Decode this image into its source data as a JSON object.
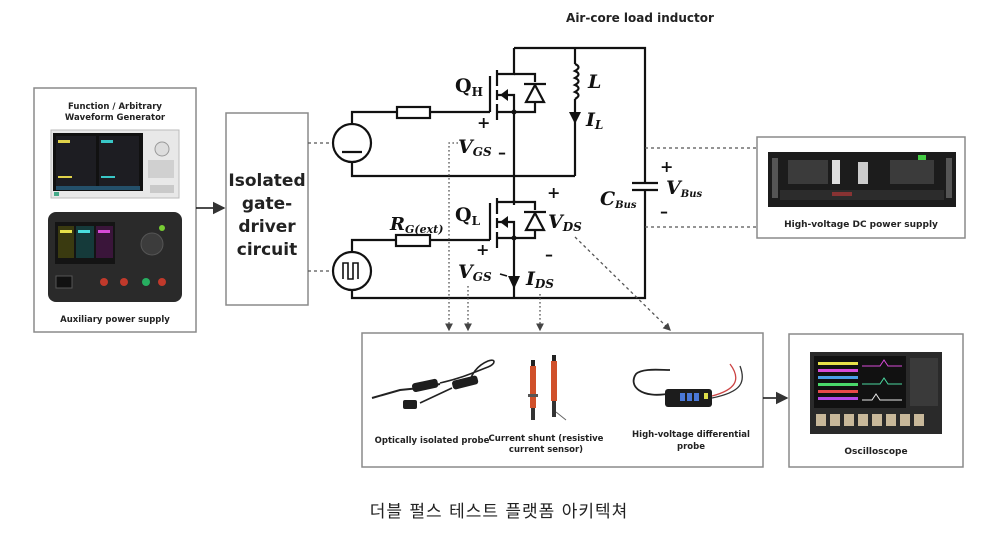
{
  "title": "Air-core load inductor",
  "caption": "더블 펄스 테스트 플랫폼 아키텍쳐",
  "instruments_left": {
    "function_generator_label_line1": "Function / Arbitrary",
    "function_generator_label_line2": "Waveform Generator",
    "aux_supply_label": "Auxiliary power supply"
  },
  "gate_driver": {
    "line1": "Isolated",
    "line2": "gate-",
    "line3": "driver",
    "line4": "circuit"
  },
  "circuit": {
    "qh": "Q",
    "qh_sub": "H",
    "ql": "Q",
    "ql_sub": "L",
    "inductor": "L",
    "il": "I",
    "il_sub": "L",
    "vgs_high": "V",
    "vgs_high_sub": "GS",
    "vgs_low": "V",
    "vgs_low_sub": "GS",
    "rg": "R",
    "rg_sub": "G(ext)",
    "vds": "V",
    "vds_sub": "DS",
    "ids": "I",
    "ids_sub": "DS",
    "cbus": "C",
    "cbus_sub": "Bus",
    "vbus": "V",
    "vbus_sub": "Bus",
    "plus": "+",
    "minus": "–"
  },
  "hv_supply_label": "High-voltage DC power supply",
  "probes": {
    "optical": "Optically isolated probe",
    "shunt_line1": "Current shunt (resistive",
    "shunt_line2": "current sensor)",
    "hv_diff_line1": "High-voltage differential",
    "hv_diff_line2": "probe"
  },
  "oscilloscope_label": "Oscilloscope"
}
